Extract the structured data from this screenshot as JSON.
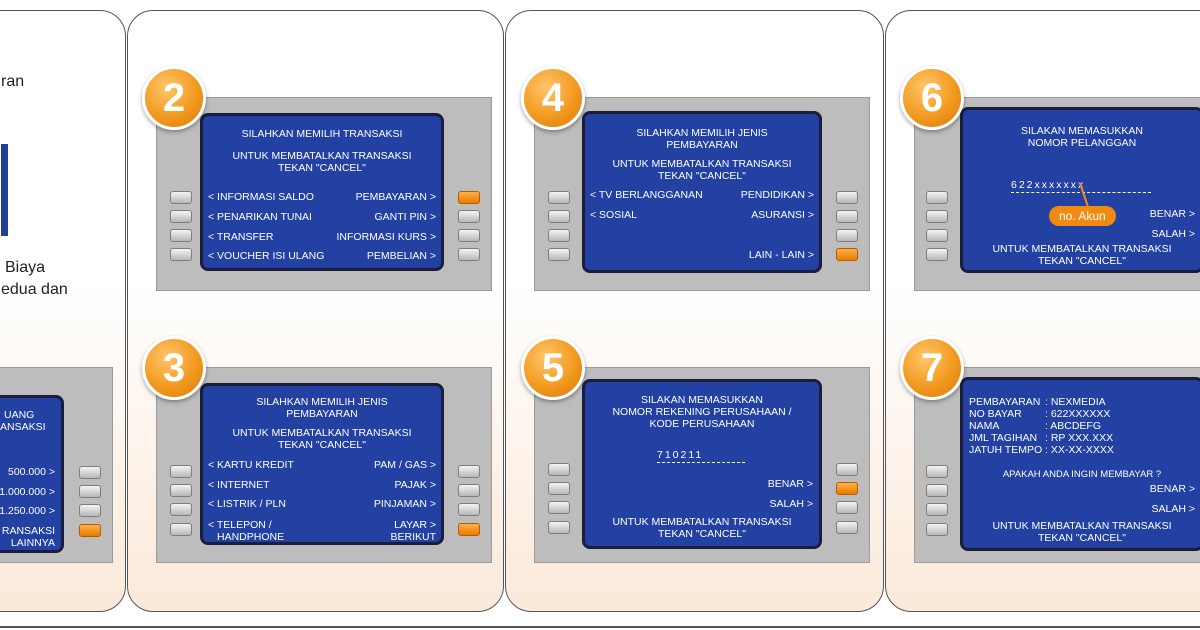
{
  "intro": {
    "line1": "ran",
    "line2": "Biaya",
    "line3": "edua dan"
  },
  "steps": {
    "s1": {
      "screen_lines": [
        "UANG",
        "ANSAKSI"
      ],
      "options": [
        "500.000 >",
        "1.000.000 >",
        "1.250.000 >",
        "RANSAKSI",
        "LAINNYA"
      ]
    },
    "s2": {
      "number": "2",
      "title": "SILAHKAN MEMILIH TRANSAKSI",
      "cancel1": "UNTUK MEMBATALKAN TRANSAKSI",
      "cancel2": "TEKAN \"CANCEL\"",
      "left": [
        "< INFORMASI SALDO",
        "< PENARIKAN TUNAI",
        "< TRANSFER",
        "< VOUCHER ISI ULANG"
      ],
      "right": [
        "PEMBAYARAN >",
        "GANTI PIN >",
        "INFORMASI KURS >",
        "PEMBELIAN >"
      ]
    },
    "s3": {
      "number": "3",
      "title1": "SILAHKAN MEMILIH JENIS",
      "title2": "PEMBAYARAN",
      "cancel1": "UNTUK MEMBATALKAN TRANSAKSI",
      "cancel2": "TEKAN \"CANCEL\"",
      "left": [
        "< KARTU KREDIT",
        "< INTERNET",
        "< LISTRIK / PLN",
        "< TELEPON /",
        "HANDPHONE"
      ],
      "right": [
        "PAM / GAS >",
        "PAJAK >",
        "PINJAMAN >",
        "LAYAR >",
        "BERIKUT"
      ]
    },
    "s4": {
      "number": "4",
      "title1": "SILAHKAN MEMILIH JENIS",
      "title2": "PEMBAYARAN",
      "cancel1": "UNTUK MEMBATALKAN TRANSAKSI",
      "cancel2": "TEKAN \"CANCEL\"",
      "left": [
        "< TV BERLANGGANAN",
        "< SOSIAL"
      ],
      "right": [
        "PENDIDIKAN >",
        "ASURANSI >",
        "LAIN - LAIN >"
      ]
    },
    "s5": {
      "number": "5",
      "title1": "SILAKAN MEMASUKKAN",
      "title2": "NOMOR REKENING PERUSAHAAN /",
      "title3": "KODE PERUSAHAAN",
      "input_value": "710211",
      "benar": "BENAR >",
      "salah": "SALAH >",
      "cancel1": "UNTUK MEMBATALKAN TRANSAKSI",
      "cancel2": "TEKAN \"CANCEL\""
    },
    "s6": {
      "number": "6",
      "title1": "SILAKAN MEMASUKKAN",
      "title2": "NOMOR PELANGGAN",
      "input_value": "622xxxxxxx",
      "callout": "no. Akun",
      "benar": "BENAR >",
      "salah": "SALAH >",
      "cancel1": "UNTUK MEMBATALKAN TRANSAKSI",
      "cancel2": "TEKAN \"CANCEL\""
    },
    "s7": {
      "number": "7",
      "fields": [
        {
          "label": "PEMBAYARAN",
          "value": ": NEXMEDIA"
        },
        {
          "label": "NO BAYAR",
          "value": ": 622XXXXXX"
        },
        {
          "label": "NAMA",
          "value": ": ABCDEFG"
        },
        {
          "label": "JML TAGIHAN",
          "value": ": RP    XXX.XXX"
        },
        {
          "label": "JATUH TEMPO",
          "value": ": XX-XX-XXXX"
        }
      ],
      "question": "APAKAH ANDA INGIN MEMBAYAR ?",
      "benar": "BENAR >",
      "salah": "SALAH >",
      "cancel1": "UNTUK MEMBATALKAN TRANSAKSI",
      "cancel2": "TEKAN \"CANCEL\""
    }
  },
  "colors": {
    "screen": "#2341a2",
    "badge": "#f29a1f",
    "active_button": "#f08a12"
  }
}
